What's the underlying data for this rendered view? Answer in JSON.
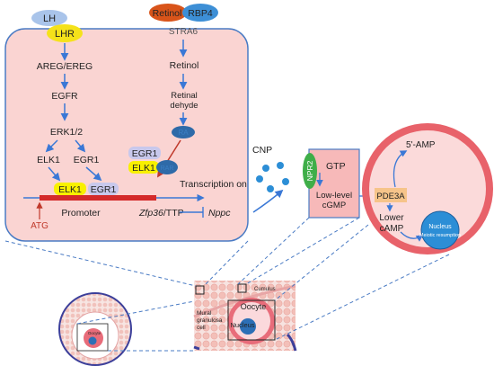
{
  "signaling": {
    "lh": "LH",
    "lhr": "LHR",
    "areg": "AREG/EREG",
    "egfr": "EGFR",
    "erk": "ERK1/2",
    "elk1": "ELK1",
    "egr1": "EGR1",
    "retinol_top": "Retinol",
    "rbp4": "RBP4",
    "stra6": "STRA6",
    "retinol": "Retinol",
    "retinal_1": "Retinal",
    "retinal_2": "dehyde",
    "ra": "RA",
    "rar": "RAR",
    "promoter_elk1": "ELK1",
    "promoter_egr1": "EGR1",
    "complex_egr1": "EGR1",
    "complex_elk1": "ELK1",
    "transcription": "Transcription on",
    "atg": "ATG",
    "promoter": "Promoter",
    "zfp36": "Zfp36",
    "ttp": "/TTP",
    "nppc": "Nppc"
  },
  "granulosa": {
    "cnp": "CNP",
    "npr2": "NPR2",
    "gtp": "GTP",
    "low_level_1": "Low-level",
    "low_level_2": "cGMP"
  },
  "oocyte_zoom": {
    "amp": "5'-AMP",
    "pde3a": "PDE3A",
    "lower_1": "Lower",
    "lower_2": "cAMP",
    "nucleus_1": "Nucleus",
    "nucleus_2": "Meiotic resumption"
  },
  "follicle_detail": {
    "cumulus": "Cumulus",
    "oocyte": "Oocyte",
    "nucleus": "Nucleus",
    "mural_1": "Mural",
    "mural_2": "granulosa",
    "mural_3": "cell"
  },
  "small_follicle": {
    "oocyte": "Oocyte"
  },
  "colors": {
    "cell_fill": "#fad4d2",
    "cell_border": "#4a7bc4",
    "arrow_blue": "#3a78d6",
    "arrow_red": "#c0392b",
    "lhr_yellow": "#f5e21a",
    "lh_blue": "#a9c4ea",
    "elk1_yellow": "#f8f000",
    "egr1_lavender": "#c8c8ec",
    "rbp4_blue": "#3d8fd6",
    "retinol_orange": "#d9541a",
    "npr2_green": "#3fae49",
    "pde3a_orange": "#f6c48a",
    "nucleus_blue": "#2c8ed6",
    "ring_red": "#e8626a"
  }
}
